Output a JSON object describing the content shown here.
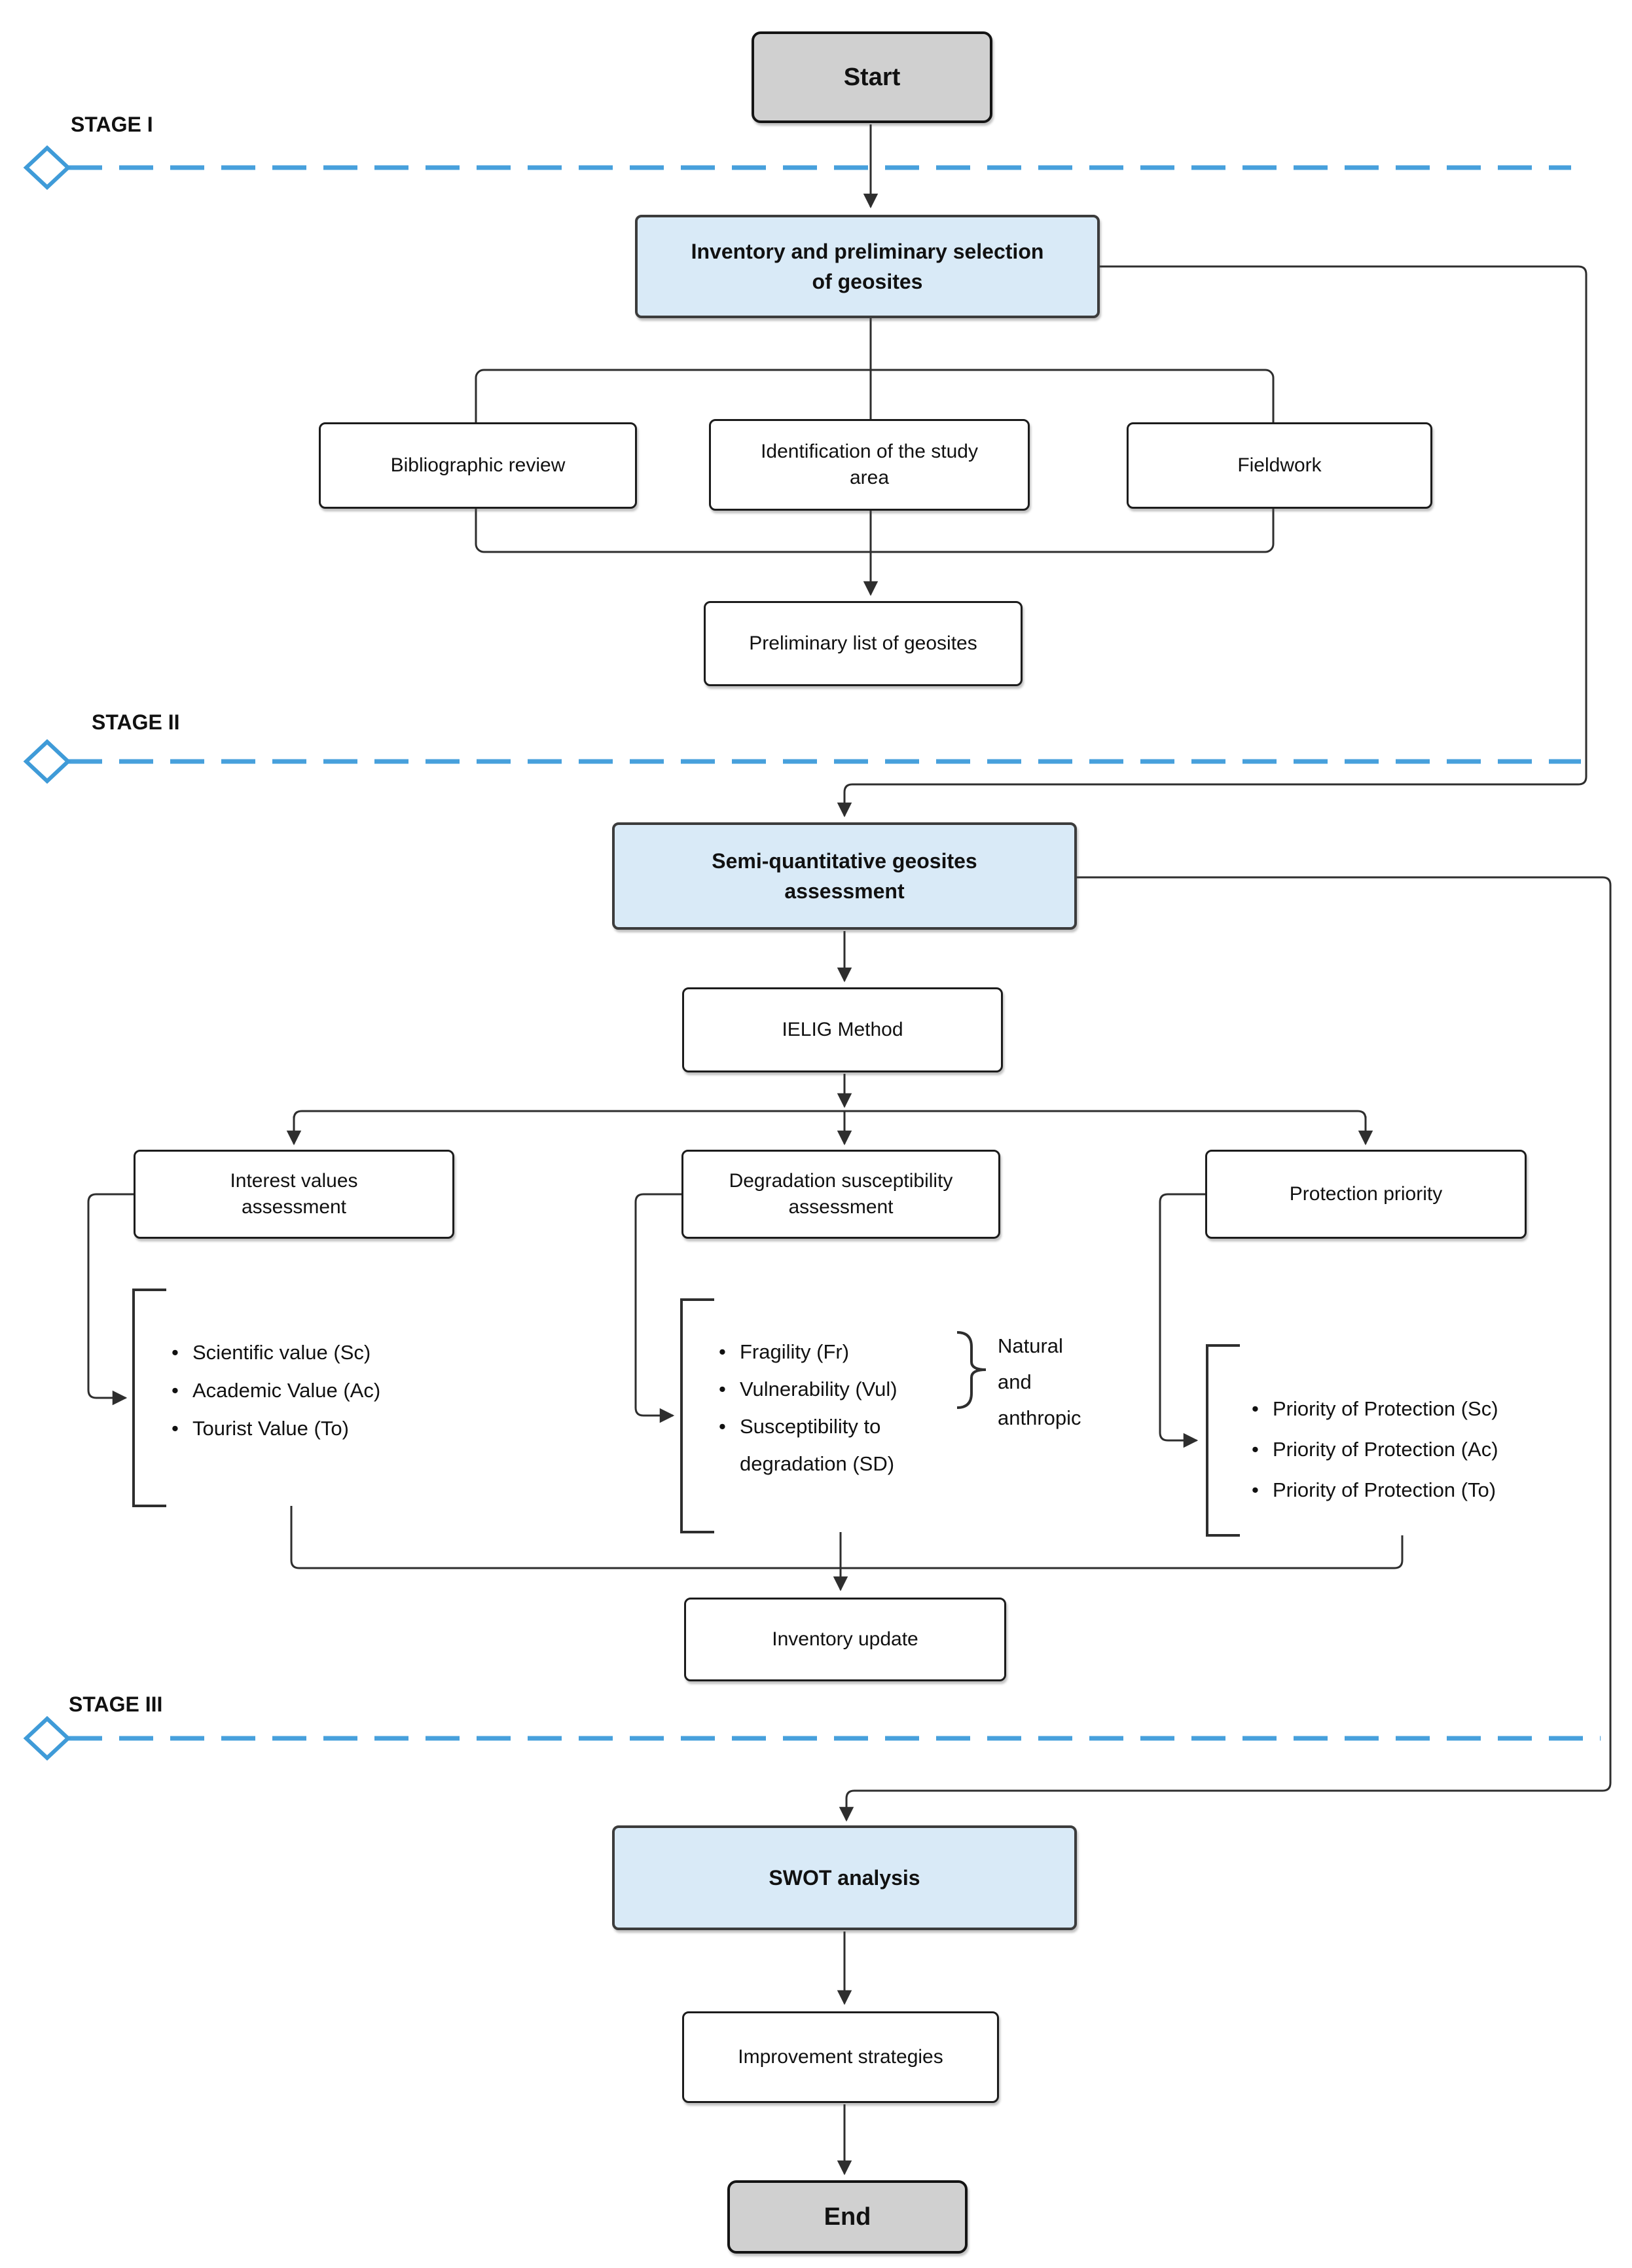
{
  "stages": {
    "stage1": {
      "label": "STAGE I"
    },
    "stage2": {
      "label": "STAGE  II"
    },
    "stage3": {
      "label": "STAGE III"
    }
  },
  "nodes": {
    "start": "Start",
    "inventory": "Inventory and preliminary selection\nof geosites",
    "bibliographic": "Bibliographic review",
    "identification": "Identification of the study\narea",
    "fieldwork": "Fieldwork",
    "preliminary": "Preliminary list of geosites",
    "semi_quantitative": "Semi-quantitative geosites\nassessment",
    "ielig": "IELIG Method",
    "interest": "Interest values\nassessment",
    "degradation": "Degradation susceptibility\nassessment",
    "protection": "Protection priority",
    "inventory_update": "Inventory update",
    "swot": "SWOT analysis",
    "improvement": "Improvement strategies",
    "end": "End"
  },
  "lists": {
    "bullet": "•",
    "interest_items": [
      "Scientific value (Sc)",
      "Academic Value (Ac)",
      "Tourist Value (To)"
    ],
    "degradation_items": [
      "Fragility (Fr)",
      "Vulnerability (Vul)",
      "Susceptibility to\ndegradation (SD)"
    ],
    "protection_items": [
      "Priority of Protection (Sc)",
      "Priority of Protection (Ac)",
      "Priority of Protection (To)"
    ],
    "brace_note": "Natural\nand\nanthropic"
  },
  "colors": {
    "stage_line": "#47a0dc",
    "diamond_stroke": "#3f9bd8",
    "connector": "#2e2e2e",
    "node_blue_fill": "#d9eaf7",
    "node_gray_fill": "#d0d0d0"
  }
}
